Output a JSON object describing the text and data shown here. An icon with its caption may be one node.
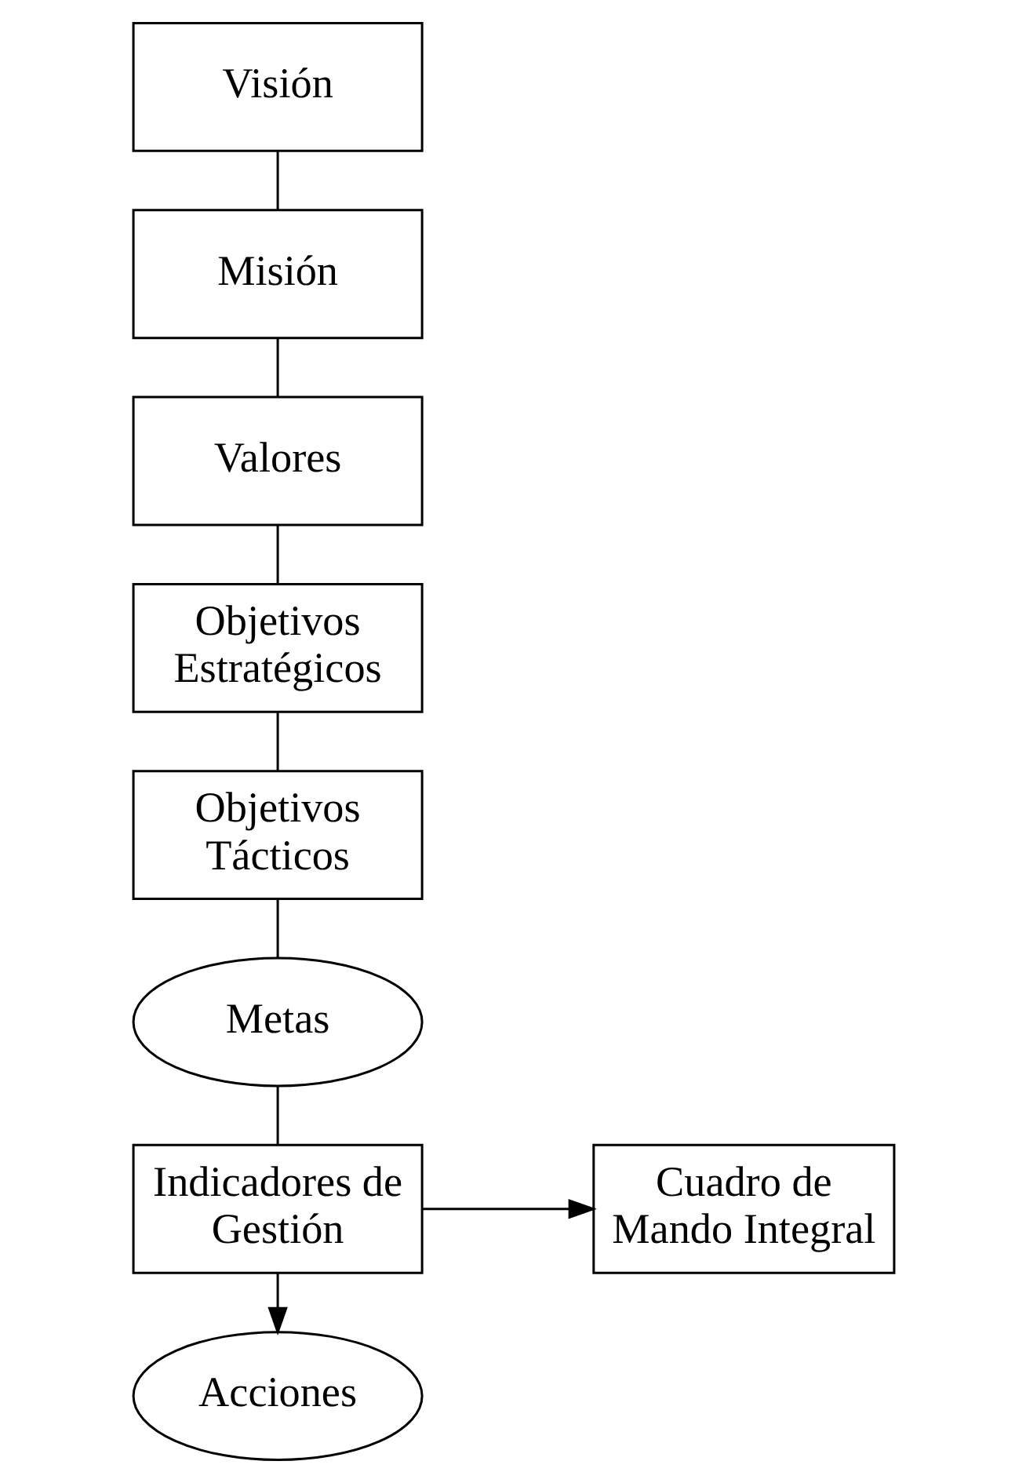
{
  "diagram": {
    "nodes": [
      {
        "text": [
          "Visión"
        ]
      },
      {
        "text": [
          "Misión"
        ]
      },
      {
        "text": [
          "Valores"
        ]
      },
      {
        "text": [
          "Objetivos Estratégicos"
        ]
      },
      {
        "text": [
          "Objetivos Tácticos"
        ]
      },
      {
        "text": [
          "Metas"
        ]
      },
      {
        "text": [
          "Indicadores de Gestión"
        ]
      },
      {
        "text": [
          "Cuadro de Mando Integral"
        ]
      },
      {
        "text": [
          "Acciones"
        ]
      }
    ],
    "edges": [
      {
        "from": 0,
        "to": 1,
        "arrow": "none"
      },
      {
        "from": 1,
        "to": 2,
        "arrow": "none"
      },
      {
        "from": 2,
        "to": 3,
        "arrow": "none"
      },
      {
        "from": 3,
        "to": 4,
        "arrow": "none"
      },
      {
        "from": 4,
        "to": 5,
        "arrow": "none"
      },
      {
        "from": 5,
        "to": 6,
        "arrow": "none"
      },
      {
        "from": 6,
        "to": 7,
        "arrow": "to"
      },
      {
        "from": 6,
        "to": 8,
        "arrow": "to"
      }
    ]
  }
}
